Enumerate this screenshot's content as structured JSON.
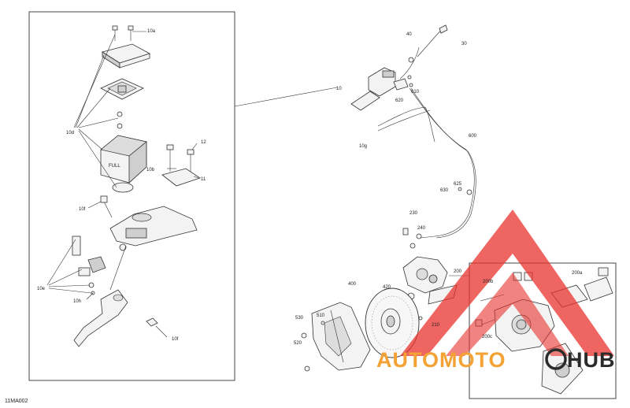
{
  "labels": {
    "l10a": "10a",
    "l10d": "10d",
    "l10b": "10b",
    "l12": "12",
    "l11": "11",
    "l10f_a": "10f",
    "l10e": "10e",
    "l10h": "10h",
    "l10f_b": "10f",
    "l40": "40",
    "l30": "30",
    "l10": "10",
    "l620": "620",
    "l610": "610",
    "l10g": "10g",
    "l600": "600",
    "l625": "625",
    "l630": "630",
    "l230": "230",
    "l240": "240",
    "l200": "200",
    "l400": "400",
    "l420": "420",
    "l530": "530",
    "l510": "510",
    "l520": "520",
    "l210": "210",
    "l200a": "200a",
    "l200b": "200b",
    "l200c": "200c"
  },
  "reference_code": "11MA002",
  "watermark": {
    "text_left": "AUTOMOTO",
    "text_right": "HUB",
    "color_red": "#e8322c",
    "color_orange": "#f3a233",
    "color_dark": "#2b2b2b"
  }
}
